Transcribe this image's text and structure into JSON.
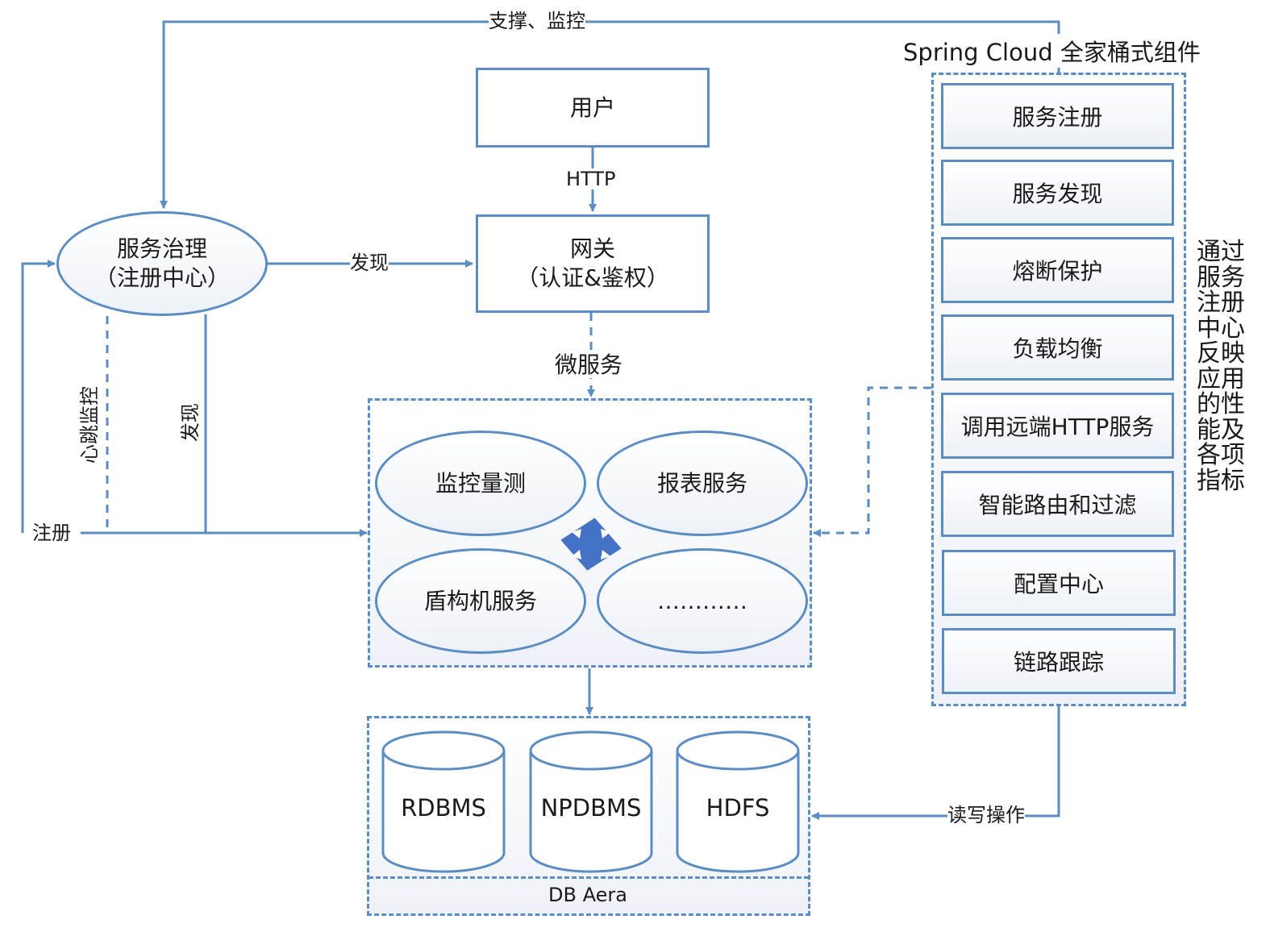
{
  "nodes": {
    "user": "用户",
    "gateway_line1": "网关",
    "gateway_line2": "（认证&鉴权）",
    "governance_line1": "服务治理",
    "governance_line2": "（注册中心）",
    "services": [
      "监控量测",
      "报表服务",
      "盾构机服务",
      "…………"
    ],
    "databases": [
      "RDBMS",
      "NPDBMS",
      "HDFS"
    ],
    "db_area": "DB Aera"
  },
  "spring_cloud": {
    "title": "Spring Cloud 全家桶式组件",
    "items": [
      "服务注册",
      "服务发现",
      "熔断保护",
      "负载均衡",
      "调用远端HTTP服务",
      "智能路由和过滤",
      "配置中心",
      "链路跟踪"
    ],
    "note": "通过服务注册中心反映应用的性能及各项指标"
  },
  "edges": {
    "support_monitor": "支撑、监控",
    "http": "HTTP",
    "discover_right": "发现",
    "microservice": "微服务",
    "heartbeat": "心跳监控",
    "discover_down": "发现",
    "register": "注册",
    "read_write": "读写操作"
  },
  "colors": {
    "line": "#5b8dc2",
    "cross": "#4472c4"
  }
}
